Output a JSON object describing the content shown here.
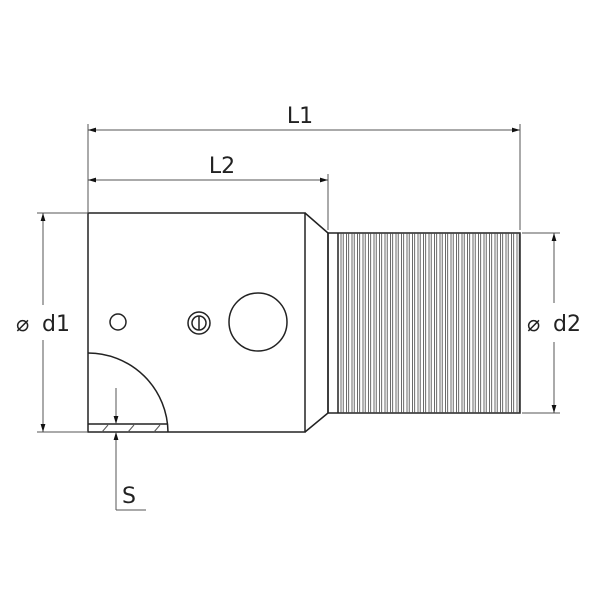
{
  "dimensions": {
    "L1": "L1",
    "L2": "L2",
    "d1": "d1",
    "d2": "d2",
    "S": "S",
    "diameter_symbol": "⌀"
  },
  "colors": {
    "line": "#222222",
    "dimension": "#555555"
  }
}
